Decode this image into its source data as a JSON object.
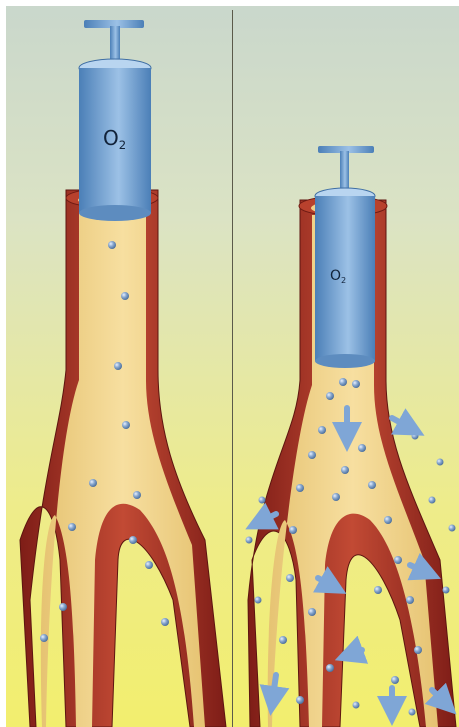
{
  "panels": [
    {
      "name": "left",
      "syringe_label": "O",
      "syringe_label_sub": "2"
    },
    {
      "name": "right",
      "syringe_label": "O",
      "syringe_label_sub": "2"
    }
  ],
  "colors": {
    "artery_wall": "#9e2a1f",
    "artery_wall_light": "#c85a3c",
    "lumen": "#f3d589",
    "syringe": "#7ea8d3",
    "syringe_dark": "#3f6ea3",
    "bubble": "#6f8fb7"
  },
  "icons": [
    "syringe-plunger-icon",
    "oxygen-bubble-icon",
    "diffusion-arrow-icon"
  ]
}
